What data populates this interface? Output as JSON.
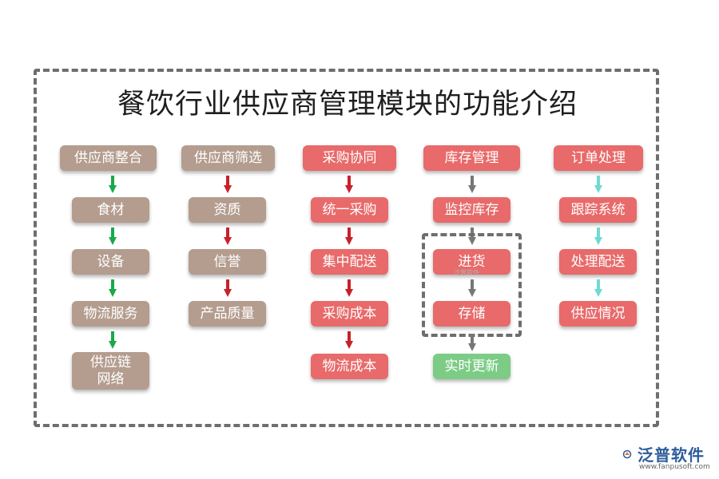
{
  "title": "餐饮行业供应商管理模块的功能介绍",
  "columns": [
    {
      "header": "供应商整合",
      "items": [
        "食材",
        "设备",
        "物流服务",
        "供应链网络"
      ]
    },
    {
      "header": "供应商筛选",
      "items": [
        "资质",
        "信誉",
        "产品质量"
      ]
    },
    {
      "header": "采购协同",
      "items": [
        "统一采购",
        "集中配送",
        "采购成本",
        "物流成本"
      ]
    },
    {
      "header": "库存管理",
      "items": [
        "监控库存",
        "进货",
        "存储",
        "实时更新"
      ]
    },
    {
      "header": "订单处理",
      "items": [
        "跟踪系统",
        "处理配送",
        "供应情况"
      ]
    }
  ],
  "colors": {
    "brown_box": "#b49d8f",
    "red_box": "#e86a6a",
    "green_box": "#7ccc86",
    "arrow_green": "#1aa84a",
    "arrow_red": "#c8212a",
    "arrow_gray": "#777777",
    "arrow_teal": "#6fdad2",
    "frame": "#6e6e6e"
  },
  "watermark": "泛普软件",
  "logo": {
    "name": "泛普软件",
    "url": "www.fanpusoft.com"
  }
}
